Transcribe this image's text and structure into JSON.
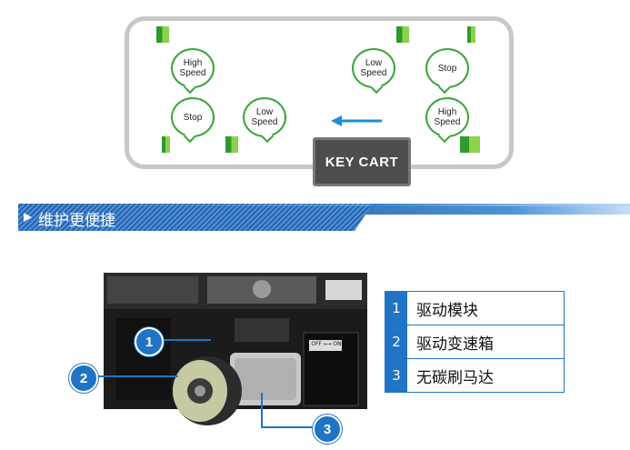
{
  "track": {
    "labels": {
      "high_speed_left": "High Speed",
      "stop_left": "Stop",
      "low_speed_left": "Low Speed",
      "low_speed_right": "Low Speed",
      "stop_right": "Stop",
      "high_speed_right": "High Speed"
    },
    "cart_label": "KEY CART"
  },
  "section": {
    "title": "维护更便捷"
  },
  "parts": {
    "items": [
      {
        "num": "1",
        "label": "驱动模块"
      },
      {
        "num": "2",
        "label": "驱动变速箱"
      },
      {
        "num": "3",
        "label": "无碳刷马达"
      }
    ],
    "switch_label": "OFF ⟷ ON"
  },
  "colors": {
    "accent_blue": "#1f74c6",
    "marker_green": "#3aa43a",
    "track_gray": "#c8c8c8"
  }
}
